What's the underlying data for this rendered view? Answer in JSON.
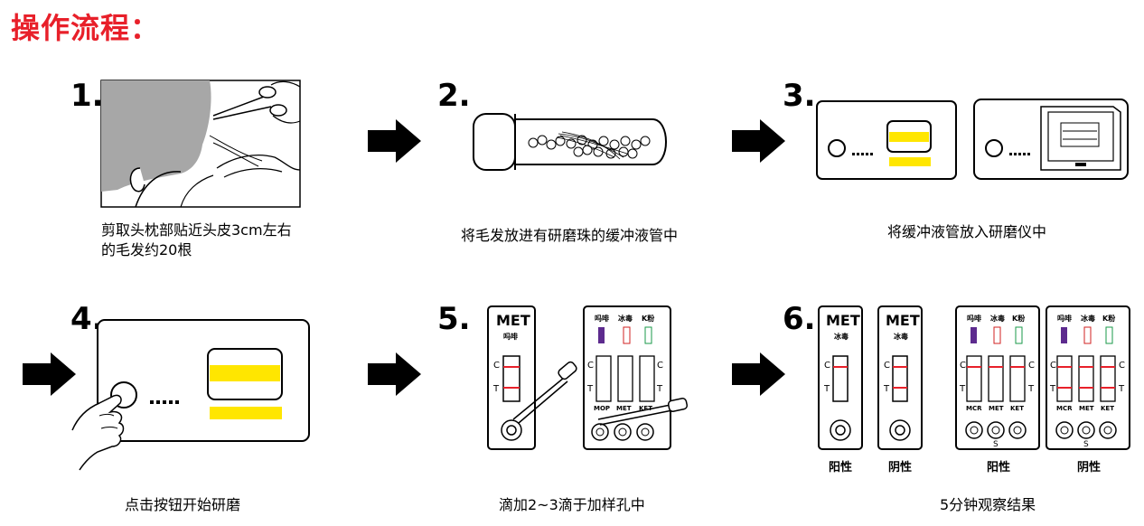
{
  "title": "操作流程：",
  "steps": [
    {
      "num": "1.",
      "caption_line1": "剪取头枕部贴近头皮3cm左右",
      "caption_line2": "的毛发约20根"
    },
    {
      "num": "2.",
      "caption": "将毛发放进有研磨珠的缓冲液管中"
    },
    {
      "num": "3.",
      "caption": "将缓冲液管放入研磨仪中"
    },
    {
      "num": "4.",
      "caption": "点击按钮开始研磨"
    },
    {
      "num": "5.",
      "caption": "滴加2~3滴于加样孔中"
    },
    {
      "num": "6.",
      "caption": "5分钟观察结果"
    }
  ],
  "cassette": {
    "met_title": "MET",
    "met_sub_step5": "吗啡",
    "met_sub_step6": "冰毒",
    "c": "C",
    "t": "T",
    "s": "S",
    "multi_heads": [
      "吗啡",
      "冰毒",
      "K粉"
    ],
    "multi_labels_step5": [
      "MOP",
      "MET",
      "KET"
    ],
    "multi_labels_step6": [
      "MCR",
      "MET",
      "KET"
    ]
  },
  "results": {
    "positive": "阳性",
    "negative": "阴性"
  },
  "colors": {
    "accent_red": "#e8202a",
    "yellow": "#ffe600",
    "arrow": "#000000"
  }
}
